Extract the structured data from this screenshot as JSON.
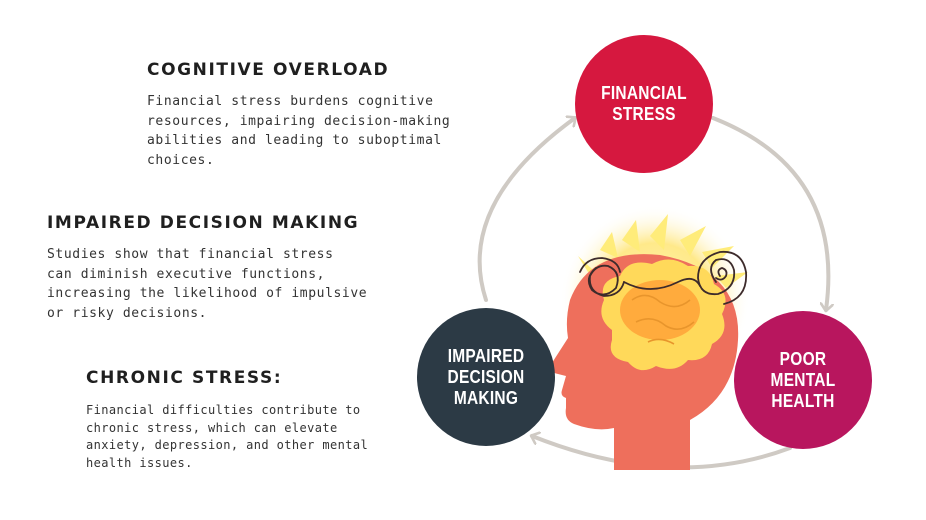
{
  "sections": [
    {
      "heading": "COGNITIVE OVERLOAD",
      "body": "Financial stress burdens cognitive\nresources, impairing decision-making\nabilities and leading to suboptimal\nchoices."
    },
    {
      "heading": "IMPAIRED DECISION MAKING",
      "body": "Studies show that financial stress\ncan diminish executive functions,\nincreasing the likelihood of impulsive\nor risky decisions."
    },
    {
      "heading": "CHRONIC STRESS:",
      "body": "Financial difficulties contribute to\nchronic stress, which can elevate\nanxiety, depression, and other mental\nhealth issues."
    }
  ],
  "cycle": {
    "nodes": [
      {
        "label": "FINANCIAL\nSTRESS",
        "color": "#d6183f",
        "icon": "financial-stress-circle"
      },
      {
        "label": "POOR MENTAL\nHEALTH",
        "color": "#b8165e",
        "icon": "poor-mental-health-circle"
      },
      {
        "label": "IMPAIRED\nDECISION\nMAKING",
        "color": "#2c3a45",
        "icon": "impaired-decision-circle"
      }
    ],
    "arrow_color": "#cfcac4"
  },
  "illustration": {
    "icon": "stressed-head-icon",
    "colors": {
      "head": "#ee6f5c",
      "brain": "#ffd95a",
      "brain_core": "#ffab3d",
      "burst": "#ffec7a",
      "scribble": "#3d2b2b"
    }
  }
}
